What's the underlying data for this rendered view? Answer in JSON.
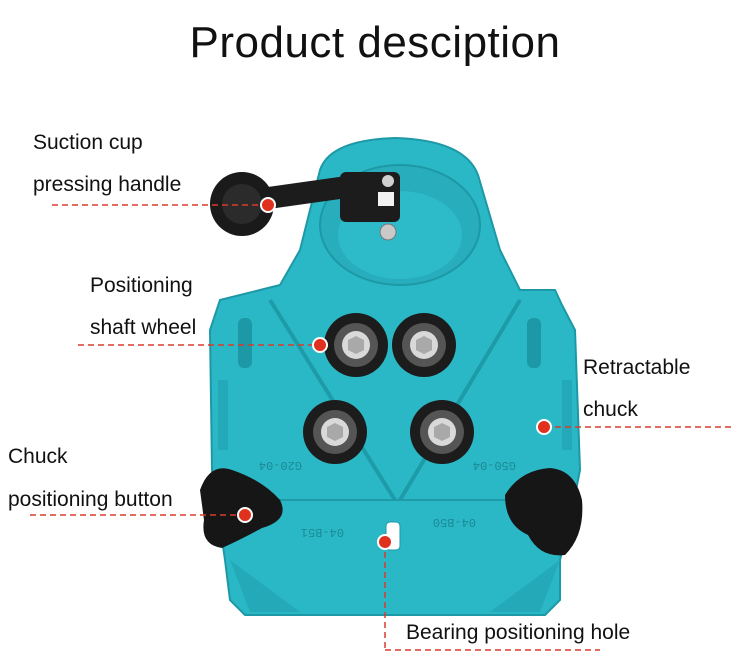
{
  "title": "Product desciption",
  "colors": {
    "body": "#2bb8c6",
    "body_dark": "#1d98a6",
    "callout_line": "#d93b2b",
    "dot": "#e0301e",
    "knob": "#1a1a1a"
  },
  "labels": {
    "suction_1": "Suction cup",
    "suction_2": "pressing handle",
    "shaft_1": "Positioning",
    "shaft_2": "shaft wheel",
    "retract_1": "Retractable",
    "retract_2": "chuck",
    "chuck_1": "Chuck",
    "chuck_2": "positioning button",
    "bearing": "Bearing positioning hole"
  },
  "engraved": [
    "04-B50",
    "04-B51",
    "G50-04",
    "G20-04"
  ]
}
